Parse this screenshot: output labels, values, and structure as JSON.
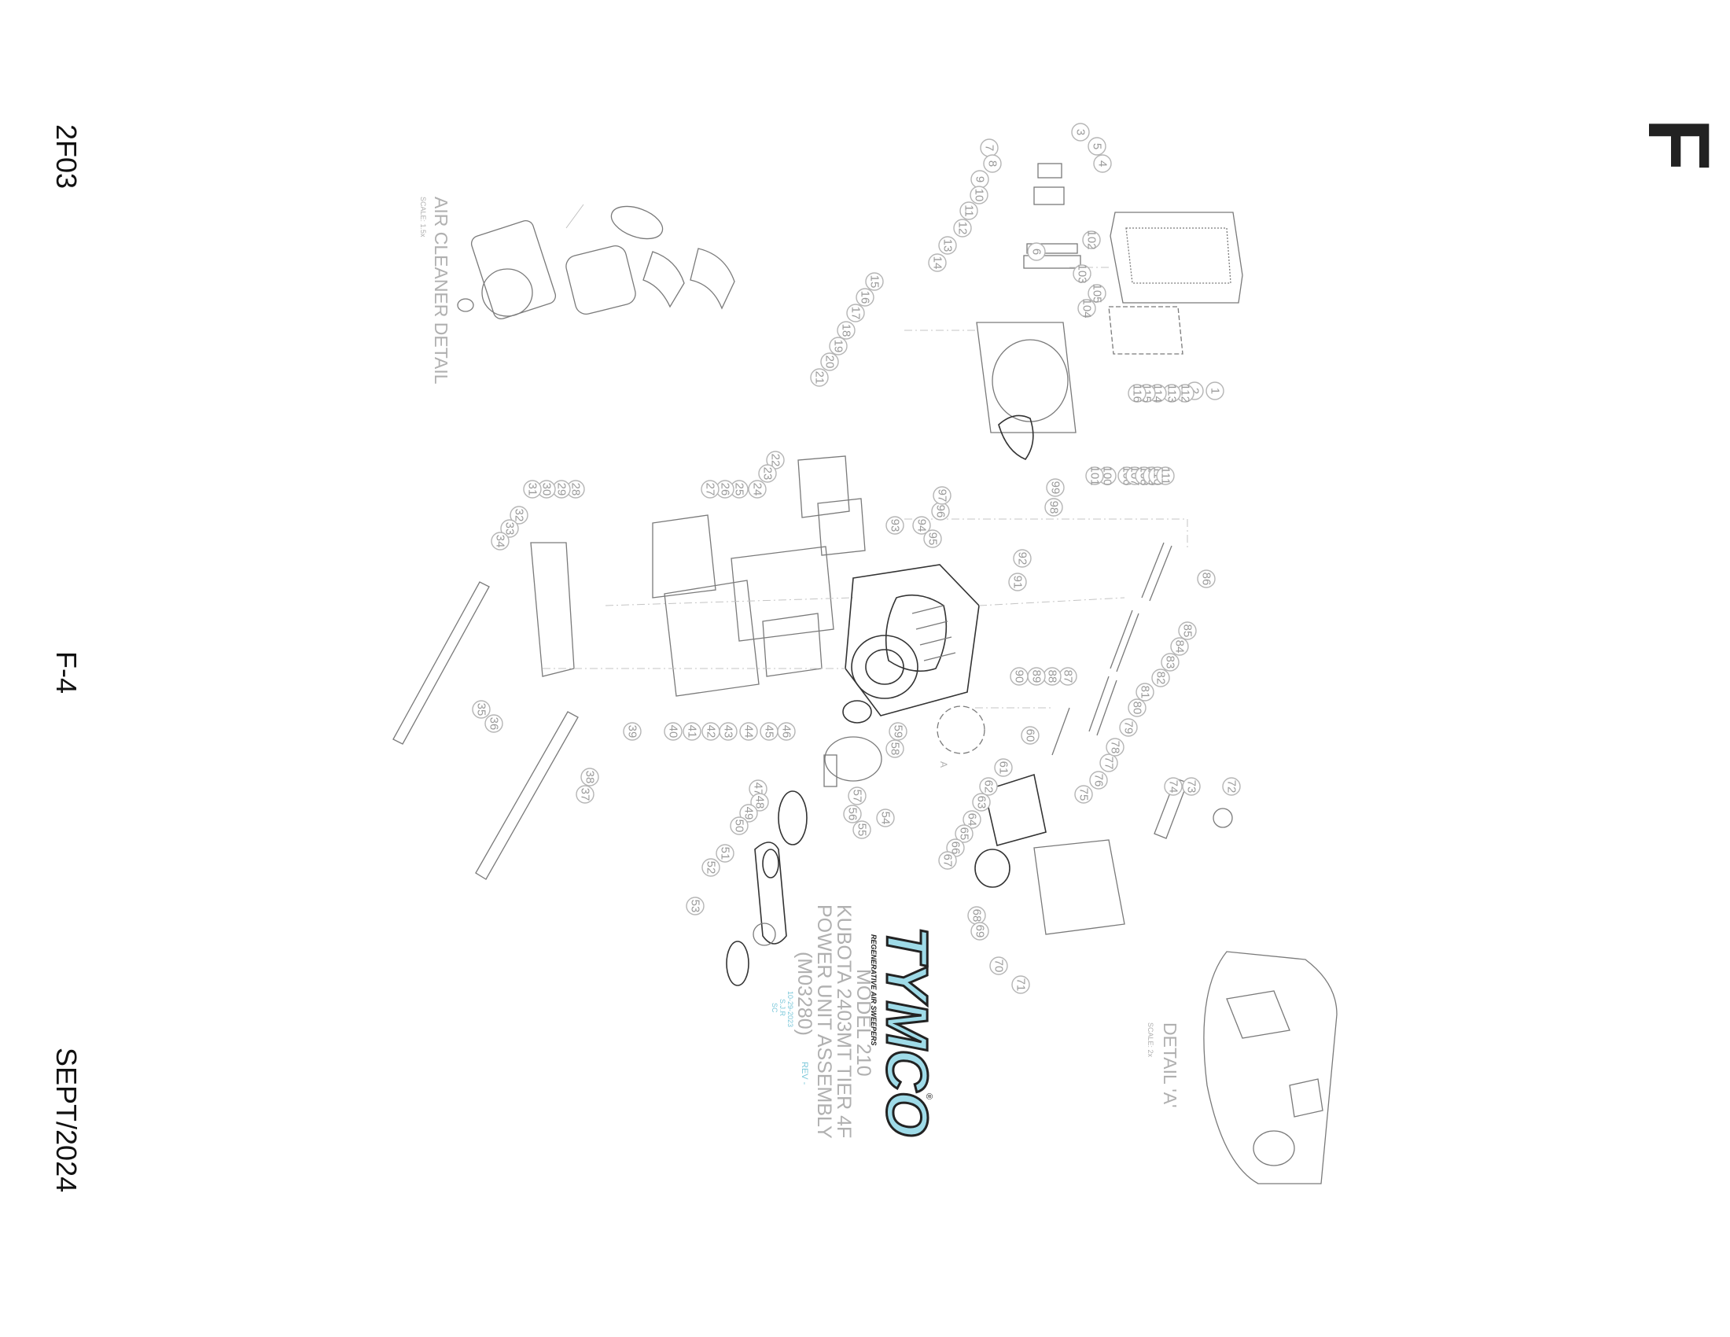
{
  "page": {
    "code_top": "2F03",
    "code_middle": "F-4",
    "code_bottom": "SEPT/2024",
    "section_letter": "F"
  },
  "drawing": {
    "title_line1": "MODEL 210",
    "title_line2": "KUBOTA 2403MT TIER 4F",
    "title_line3": "POWER UNIT ASSEMBLY",
    "title_line4": "(M03280)",
    "rev_label": "REV -",
    "small_tag_1": "10-29-2023",
    "small_tag_2": "S.J.R",
    "small_tag_3": "SC",
    "air_cleaner_title": "AIR CLEANER DETAIL",
    "air_cleaner_scale": "SCALE: 1.5x",
    "detail_title": "DETAIL 'A'",
    "detail_scale": "SCALE: 2x",
    "detail_marker": "A",
    "brand_colors": {
      "logo_fill": "#9fdbe8",
      "logo_outline": "#222222"
    },
    "logo": {
      "wordmark": "TYMCO",
      "tagline": "REGENERATIVE AIR SWEEPERS",
      "registered": "®"
    },
    "callouts": [
      "1",
      "2",
      "3",
      "4",
      "5",
      "6",
      "7",
      "8",
      "9",
      "10",
      "11",
      "12",
      "13",
      "14",
      "15",
      "16",
      "17",
      "18",
      "19",
      "20",
      "21",
      "22",
      "23",
      "24",
      "25",
      "26",
      "27",
      "28",
      "29",
      "30",
      "31",
      "32",
      "33",
      "34",
      "35",
      "36",
      "37",
      "38",
      "39",
      "40",
      "41",
      "42",
      "43",
      "44",
      "45",
      "46",
      "47",
      "48",
      "49",
      "50",
      "51",
      "52",
      "53",
      "54",
      "55",
      "56",
      "57",
      "58",
      "59",
      "60",
      "61",
      "62",
      "63",
      "64",
      "65",
      "66",
      "67",
      "68",
      "69",
      "70",
      "71",
      "72",
      "73",
      "74",
      "75",
      "76",
      "77",
      "78",
      "79",
      "80",
      "81",
      "82",
      "83",
      "84",
      "85",
      "86",
      "87",
      "88",
      "89",
      "90",
      "91",
      "92",
      "93",
      "94",
      "95",
      "96",
      "97",
      "98",
      "99",
      "100",
      "101",
      "102",
      "103",
      "104",
      "105",
      "106",
      "107",
      "108",
      "109",
      "110",
      "111",
      "112",
      "113",
      "114",
      "115",
      "116"
    ]
  }
}
